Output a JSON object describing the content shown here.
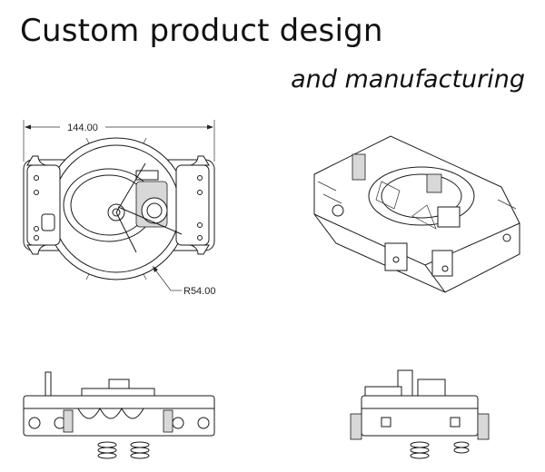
{
  "header": {
    "title": "Custom product design",
    "subtitle": "and manufacturing"
  },
  "dimensions": {
    "width_label": "144.00",
    "radius_label": "R54.00"
  }
}
